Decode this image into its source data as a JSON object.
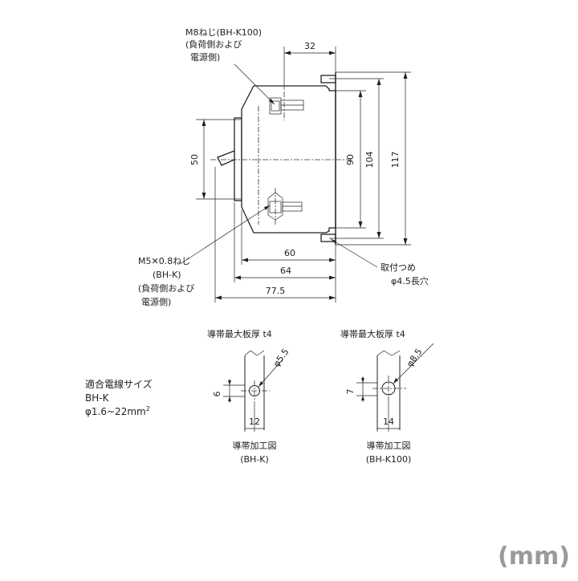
{
  "callouts": {
    "m8_screw": [
      "M8ねじ(BH-K100)",
      "(負荷側および",
      "電源側)"
    ],
    "m5_screw": [
      "M5✕0.8ねじ",
      "(BH-K)",
      "(負荷側および",
      "電源側)"
    ],
    "mounting": [
      "取付つめ",
      "φ4.5長穴"
    ]
  },
  "dimensions": {
    "top_width": "32",
    "height_left": "50",
    "height_inner": "90",
    "height_middle": "104",
    "height_outer": "117",
    "width_60": "60",
    "width_64": "64",
    "width_775": "77.5"
  },
  "wire_size": {
    "lines": [
      "適合電線サイズ",
      "BH-K",
      "φ1.6~22mm"
    ],
    "superscript": "2"
  },
  "detail_bhk": {
    "top_label": "導帯最大板厚 t4",
    "hole_dia": "φ5.5",
    "height": "6",
    "width": "12",
    "caption": [
      "導帯加工図",
      "(BH-K)"
    ]
  },
  "detail_bhk100": {
    "top_label": "導帯最大板厚 t4",
    "hole_dia": "φ8.5",
    "height": "7",
    "width": "14",
    "caption": [
      "導帯加工図",
      "(BH-K100)"
    ]
  },
  "unit": "(mm)"
}
